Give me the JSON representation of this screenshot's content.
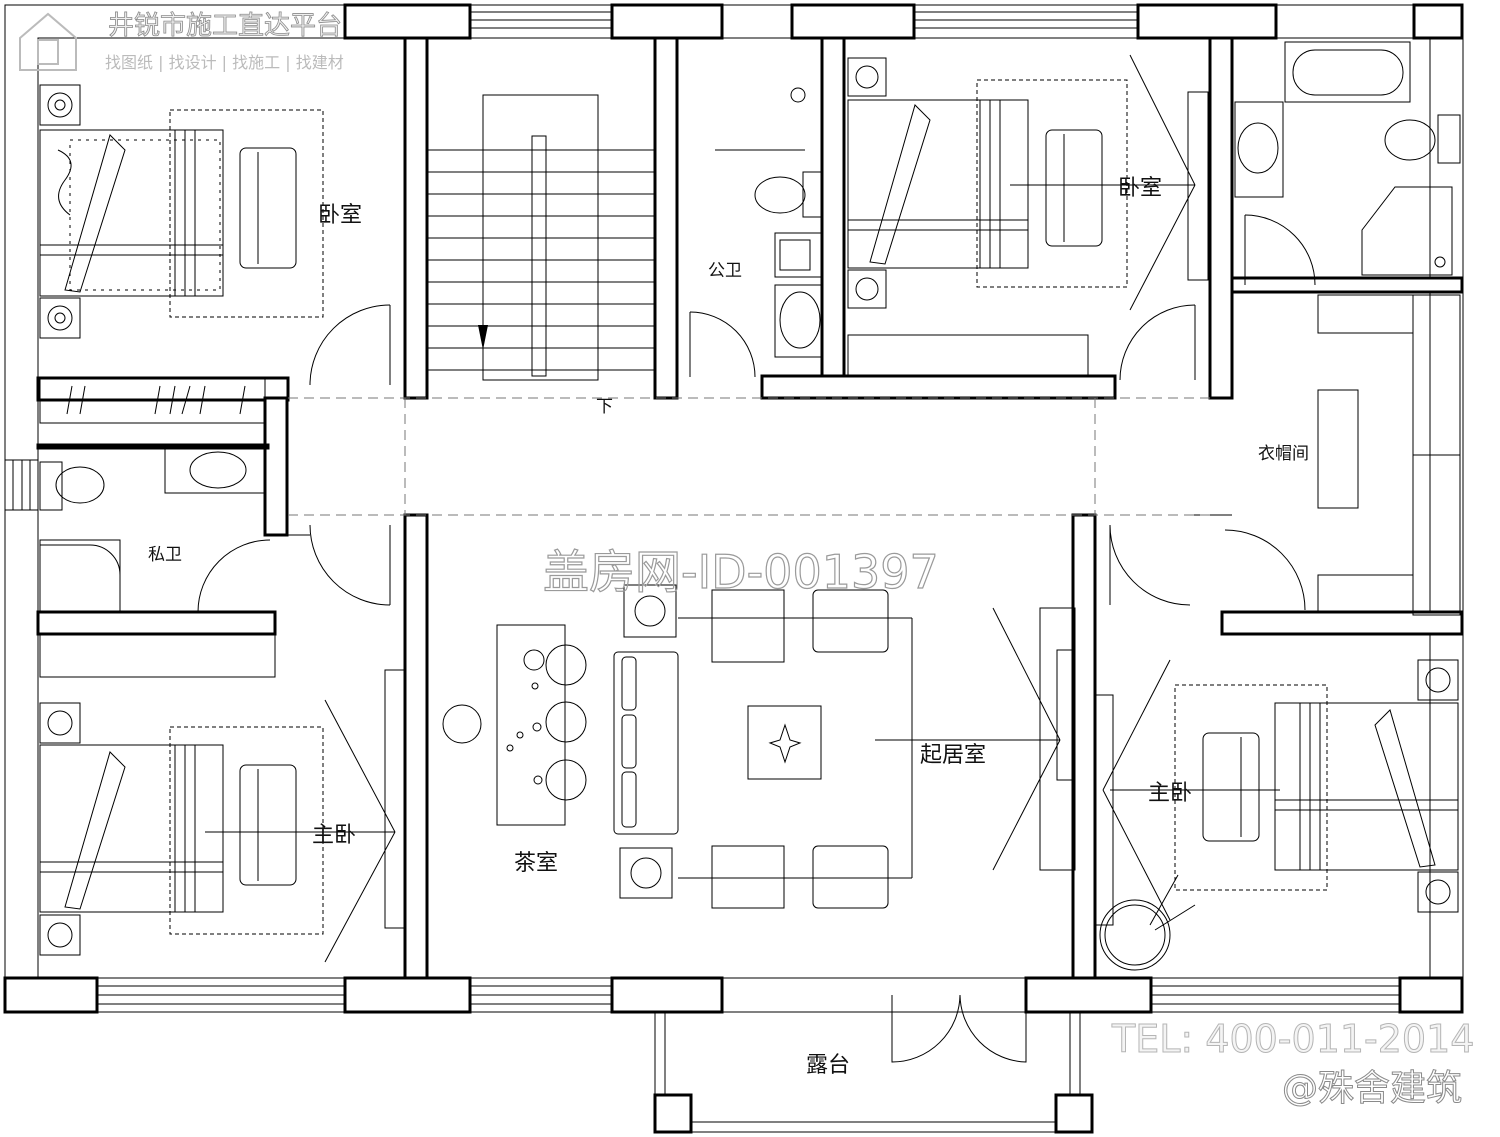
{
  "rooms": {
    "bedroom_top_left": "卧室",
    "stair_down": "下",
    "public_bath": "公卫",
    "bedroom_top_right": "卧室",
    "wardrobe": "衣帽间",
    "private_bath": "私卫",
    "master_left": "主卧",
    "tea_room": "茶室",
    "living_room": "起居室",
    "master_right": "主卧",
    "balcony": "露台"
  },
  "watermark": {
    "top_title": "井锐市施工直达平台",
    "top_sub": "找图纸 | 找设计 | 找施工 | 找建材",
    "center_id": "盖房网-ID-001397",
    "tel": "TEL: 400-011-2014",
    "brand": "@殊舍建筑"
  }
}
